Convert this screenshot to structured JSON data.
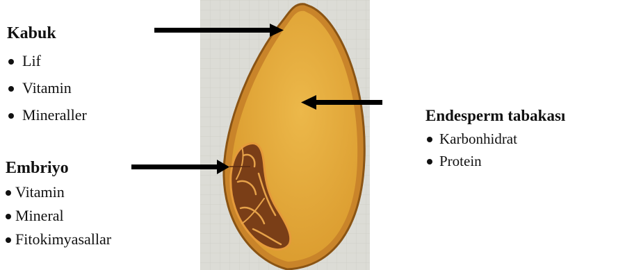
{
  "hull": {
    "title": "Kabuk",
    "items": [
      "Lif",
      "Vitamin",
      "Mineraller"
    ]
  },
  "embryo": {
    "title": "Embriyo",
    "items": [
      "Vitamin",
      "Mineral",
      "Fitokimyasallar"
    ]
  },
  "endosperm": {
    "title": "Endesperm tabakası",
    "items": [
      "Karbonhidrat",
      "Protein"
    ]
  },
  "colors": {
    "hull_outline": "#b8741e",
    "endosperm_fill": "#e2a93c",
    "embryo_fill": "#7a3e17",
    "panel_background": "#dcdcd6",
    "arrow": "#000000"
  }
}
